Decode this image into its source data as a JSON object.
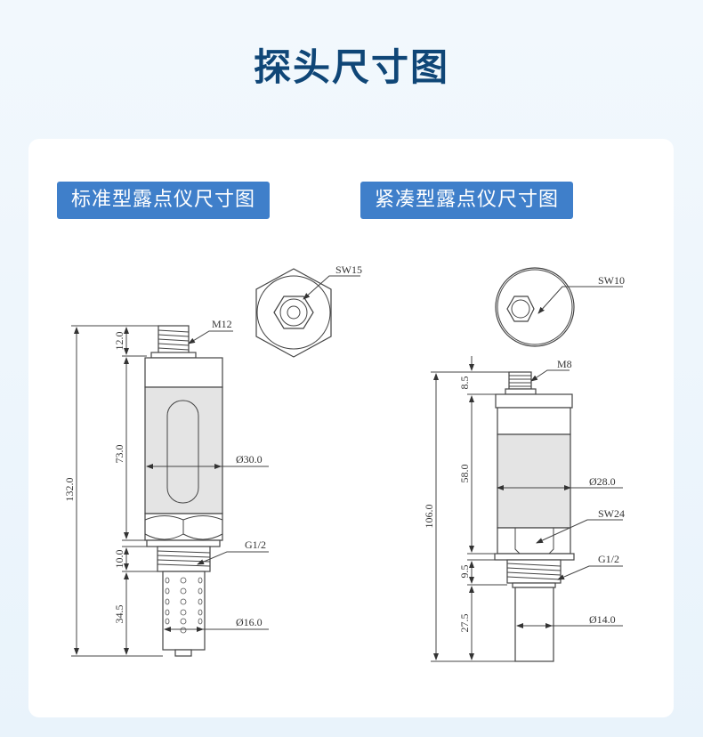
{
  "title": "探头尺寸图",
  "standard": {
    "label": "标准型露点仪尺寸图",
    "top_view": {
      "wrench": "SW15"
    },
    "connector": "M12",
    "thread": "G1/2",
    "diameter_body": "Ø30.0",
    "diameter_filter": "Ø16.0",
    "dim_total": "132.0",
    "dim_connector": "12.0",
    "dim_body": "73.0",
    "dim_thread": "10.0",
    "dim_filter": "34.5"
  },
  "compact": {
    "label": "紧凑型露点仪尺寸图",
    "top_view": {
      "wrench": "SW10"
    },
    "connector": "M8",
    "nut": "SW24",
    "thread": "G1/2",
    "diameter_body": "Ø28.0",
    "diameter_probe": "Ø14.0",
    "dim_total": "106.0",
    "dim_connector": "8.5",
    "dim_body": "58.0",
    "dim_thread": "9.5",
    "dim_probe": "27.5"
  }
}
